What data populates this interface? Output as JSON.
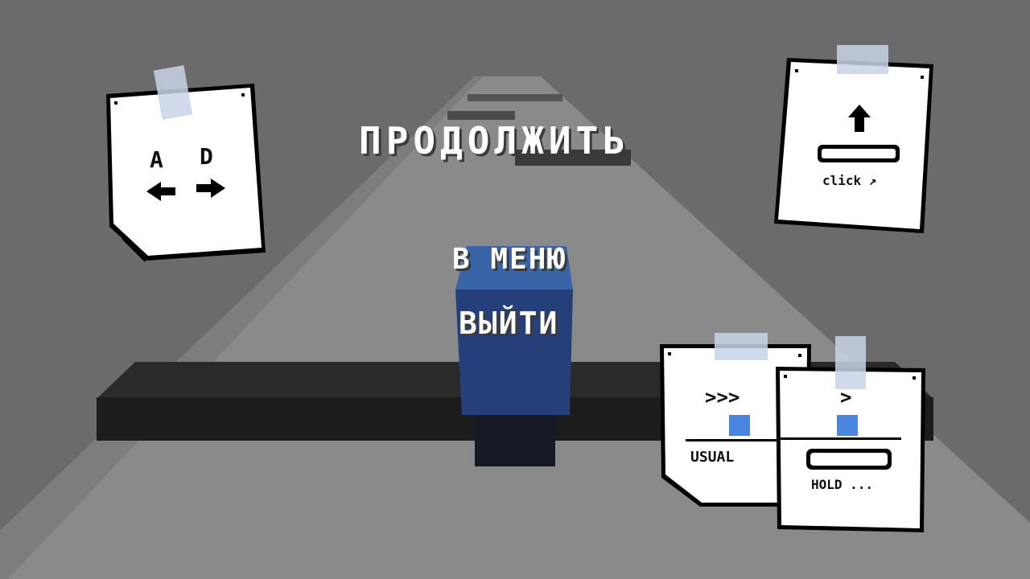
{
  "menu": {
    "continue_label": "ПРОДОЛЖИТЬ",
    "menu_label": "В МЕНЮ",
    "quit_label": "ВЫЙТИ"
  },
  "notes": {
    "move": {
      "key_left": "A",
      "key_right": "D",
      "icon_left": "arrow-left-icon",
      "icon_right": "arrow-right-icon"
    },
    "jump": {
      "icon": "arrow-up-icon",
      "caption": "click ↗"
    },
    "usual": {
      "speed": ">>>",
      "caption": "USUAL"
    },
    "hold": {
      "speed": ">",
      "caption": "HOLD ..."
    }
  },
  "colors": {
    "background": "#6b6b6b",
    "road": "#8a8a8a",
    "obstacle": "#1e1e1e",
    "player": "#2d4f8e",
    "marker": "#4a86e0",
    "paper": "#ffffff",
    "tape": "#c8d4e6"
  }
}
